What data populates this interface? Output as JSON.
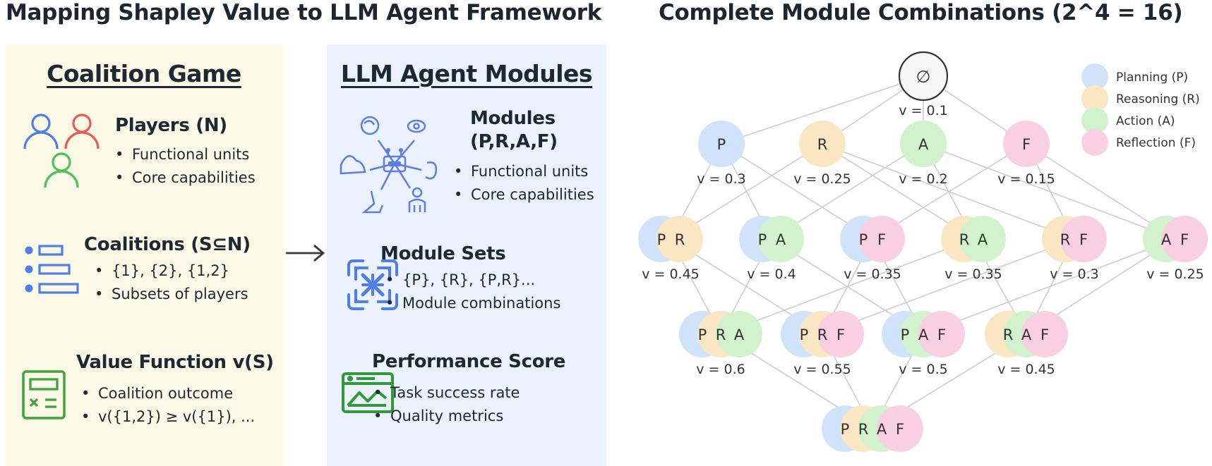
{
  "titles": {
    "left": "Mapping Shapley Value to LLM Agent Framework",
    "right": "Complete Module Combinations (2^4 = 16)"
  },
  "coalition_game": {
    "heading": "Coalition Game",
    "sections": [
      {
        "title": "Players (N)",
        "bullets": [
          "Functional units",
          "Core capabilities"
        ]
      },
      {
        "title": "Coalitions (S⊆N)",
        "bullets": [
          "{1}, {2}, {1,2}",
          "Subsets of players"
        ]
      },
      {
        "title": "Value Function v(S)",
        "bullets": [
          "Coalition outcome",
          "v({1,2}) ≥ v({1}), ..."
        ]
      }
    ]
  },
  "agent_modules": {
    "heading": "LLM Agent Modules",
    "sections": [
      {
        "title_line1": "Modules",
        "title_line2": "(P,R,A,F)",
        "bullets": [
          "Functional units",
          "Core capabilities"
        ]
      },
      {
        "title": "Module Sets",
        "bullets": [
          "{P}, {R}, {P,R}...",
          "Module combinations"
        ]
      },
      {
        "title": "Performance Score",
        "bullets": [
          "Task success rate",
          "Quality metrics"
        ]
      }
    ]
  },
  "diagram": {
    "empty_symbol": "∅",
    "value_prefix": "v = ",
    "modules": [
      {
        "key": "P",
        "name": "Planning (P)",
        "color": "#cfe3fa"
      },
      {
        "key": "R",
        "name": "Reasoning (R)",
        "color": "#fbe6c4"
      },
      {
        "key": "A",
        "name": "Action (A)",
        "color": "#d1f2cd"
      },
      {
        "key": "F",
        "name": "Reflection (F)",
        "color": "#f9cfe2"
      }
    ],
    "nodes": [
      {
        "set": "",
        "value": "0.1"
      },
      {
        "set": "P",
        "value": "0.3"
      },
      {
        "set": "R",
        "value": "0.25"
      },
      {
        "set": "A",
        "value": "0.2"
      },
      {
        "set": "F",
        "value": "0.15"
      },
      {
        "set": "PR",
        "value": "0.45"
      },
      {
        "set": "PA",
        "value": "0.4"
      },
      {
        "set": "PF",
        "value": "0.35"
      },
      {
        "set": "RA",
        "value": "0.35"
      },
      {
        "set": "RF",
        "value": "0.3"
      },
      {
        "set": "AF",
        "value": "0.25"
      },
      {
        "set": "PRA",
        "value": "0.6"
      },
      {
        "set": "PRF",
        "value": "0.55"
      },
      {
        "set": "PAF",
        "value": "0.5"
      },
      {
        "set": "RAF",
        "value": "0.45"
      },
      {
        "set": "PRAF",
        "value": ""
      }
    ]
  }
}
